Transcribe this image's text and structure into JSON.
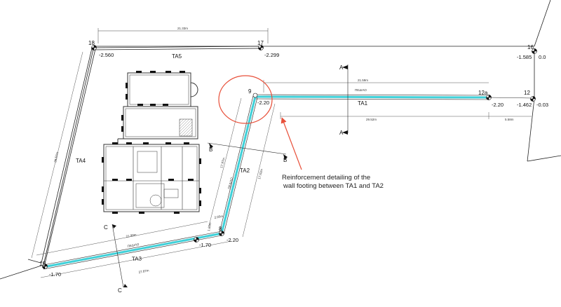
{
  "plan": {
    "points": [
      {
        "id": "p18",
        "label": "18",
        "elevation": "-2.560"
      },
      {
        "id": "p17",
        "label": "17",
        "elevation": "-2.299"
      },
      {
        "id": "p16",
        "label": "16",
        "elevation_left": "-1.585",
        "elevation_right": "0.0"
      },
      {
        "id": "p9",
        "label": "9",
        "elevation": "-2.20"
      },
      {
        "id": "p12a",
        "label": "12a",
        "elevation": "-2.20"
      },
      {
        "id": "p12",
        "label": "12",
        "elevation_left": "-1.462",
        "elevation_right": "-0.03"
      },
      {
        "id": "p8",
        "label": "8",
        "elevation": "-2.20"
      },
      {
        "id": "p19",
        "label": "19",
        "elevation": "-1.70"
      },
      {
        "id": "p_mid",
        "label": "",
        "elevation": "-1.70"
      }
    ],
    "segments": {
      "ta1": "TA1",
      "ta2": "TA2",
      "ta3": "TA3",
      "ta4": "TA4",
      "ta5": "TA5"
    },
    "pedio": "ΠΕΔΙΛΟ",
    "dimensions": {
      "top": "21.33m",
      "ta1_top": "21.59m",
      "ta1_bottom": "29.52m",
      "ta1_right": "5.58m",
      "ta4": "28.57m",
      "ta2_left": "17.97m",
      "ta2_right": "17.62m",
      "ta3_top": "21.90m",
      "ta3_bottom": "27.87m",
      "ta3_small": "2.05m",
      "ta3_vert": "1.65m"
    },
    "sections": {
      "a_top": "A",
      "a_bottom": "A",
      "b_left": "B",
      "b_right": "B",
      "c_top": "C",
      "c_bottom": "C"
    },
    "annotation": {
      "line1": "Reinforcement detailing of the",
      "line2": "wall footing between TA1 and TA2"
    },
    "colors": {
      "footing": "#3fd0d8",
      "highlight": "#e8503a",
      "line": "#222222"
    }
  }
}
